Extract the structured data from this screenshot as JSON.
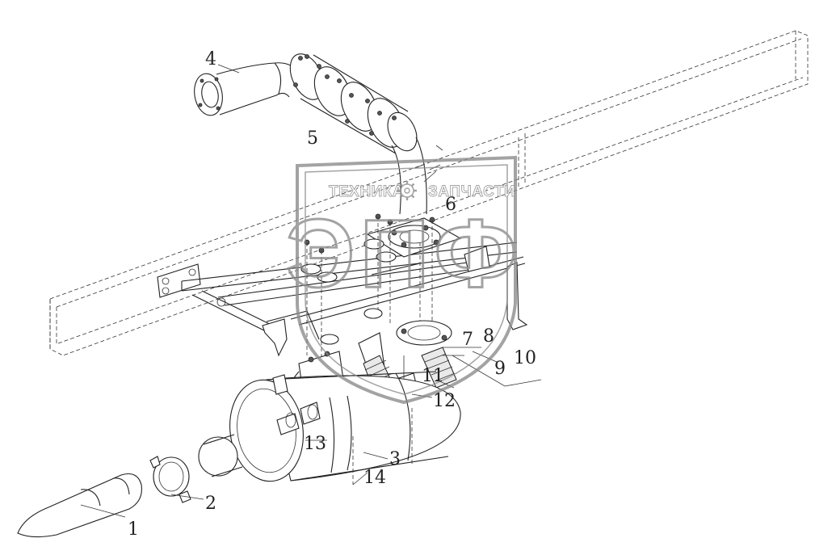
{
  "watermark": {
    "left_text": "ТЕХНИКА",
    "right_text": "ЗАПЧАСТИ",
    "logo_letters": "ЭПФ",
    "gear_icon": "gear-icon",
    "color": "#8a8a8a"
  },
  "callouts": [
    {
      "id": "1",
      "text": "1"
    },
    {
      "id": "2",
      "text": "2"
    },
    {
      "id": "3",
      "text": "3"
    },
    {
      "id": "4",
      "text": "4"
    },
    {
      "id": "5",
      "text": "5"
    },
    {
      "id": "6",
      "text": "6"
    },
    {
      "id": "7",
      "text": "7"
    },
    {
      "id": "8",
      "text": "8"
    },
    {
      "id": "9",
      "text": "9"
    },
    {
      "id": "10",
      "text": "10"
    },
    {
      "id": "11",
      "text": "11"
    },
    {
      "id": "12",
      "text": "12"
    },
    {
      "id": "13",
      "text": "13"
    },
    {
      "id": "14",
      "text": "14"
    }
  ]
}
